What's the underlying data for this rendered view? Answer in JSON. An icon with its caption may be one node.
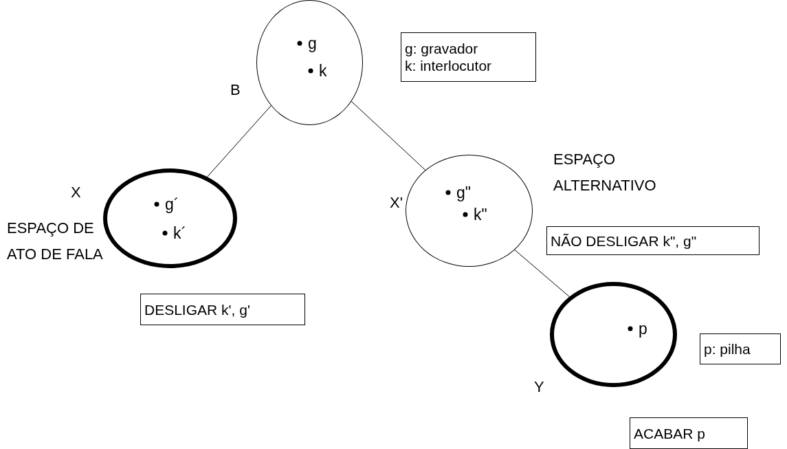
{
  "diagram": {
    "nodes": [
      {
        "text": [
          "g",
          "k"
        ],
        "beside": [
          "B"
        ]
      },
      {
        "text": [
          "g´",
          "k´"
        ],
        "beside": [
          "X",
          "ESPAÇO DE ATO DE FALA"
        ]
      },
      {
        "text": [
          "g\"",
          "k\""
        ],
        "beside": [
          "X'",
          "ESPAÇO ALTERNATIVO"
        ]
      },
      {
        "text": [
          "p"
        ],
        "beside": [
          "Y"
        ]
      },
      {
        "text": [
          "g: gravador",
          "k: interlocutor"
        ]
      },
      {
        "text": [
          "DESLIGAR k', g'"
        ]
      },
      {
        "text": [
          "NÃO DESLIGAR k\", g\""
        ]
      },
      {
        "text": [
          "p: pilha"
        ]
      },
      {
        "text": [
          "ACABAR p"
        ]
      }
    ],
    "edges": [
      {
        "from": 0,
        "to": 1,
        "arrow": "none"
      },
      {
        "from": 0,
        "to": 2,
        "arrow": "none"
      },
      {
        "from": 2,
        "to": 3,
        "arrow": "none"
      }
    ]
  }
}
